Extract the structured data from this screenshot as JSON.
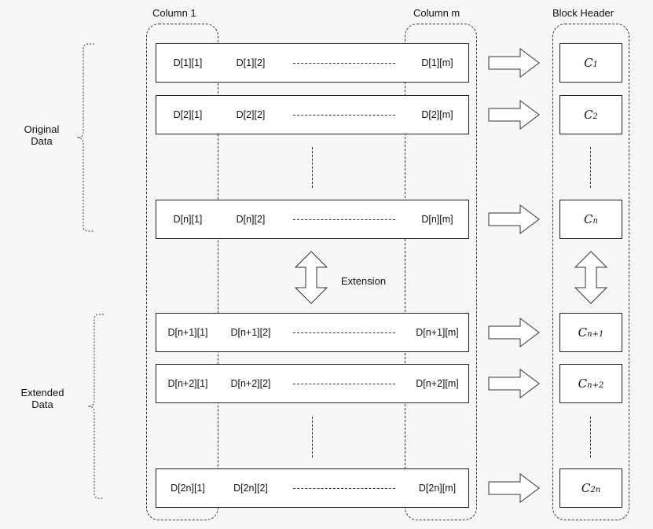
{
  "headers": {
    "column_1": "Column 1",
    "column_m": "Column m",
    "block_header": "Block Header"
  },
  "side_labels": {
    "original_line1": "Original",
    "original_line2": "Data",
    "extended_line1": "Extended",
    "extended_line2": "Data"
  },
  "extension_label": "Extension",
  "rows": [
    {
      "c1": "D[1][1]",
      "c2": "D[1][2]",
      "cm": "D[1][m]",
      "header_base": "C",
      "header_sub": "1"
    },
    {
      "c1": "D[2][1]",
      "c2": "D[2][2]",
      "cm": "D[2][m]",
      "header_base": "C",
      "header_sub": "2"
    },
    {
      "c1": "D[n][1]",
      "c2": "D[n][2]",
      "cm": "D[n][m]",
      "header_base": "C",
      "header_sub": "n"
    },
    {
      "c1": "D[n+1][1]",
      "c2": "D[n+1][2]",
      "cm": "D[n+1][m]",
      "header_base": "C",
      "header_sub": "n+1"
    },
    {
      "c1": "D[n+2][1]",
      "c2": "D[n+2][2]",
      "cm": "D[n+2][m]",
      "header_base": "C",
      "header_sub": "n+2"
    },
    {
      "c1": "D[2n][1]",
      "c2": "D[2n][2]",
      "cm": "D[2n][m]",
      "header_base": "C",
      "header_sub": "2n"
    }
  ]
}
